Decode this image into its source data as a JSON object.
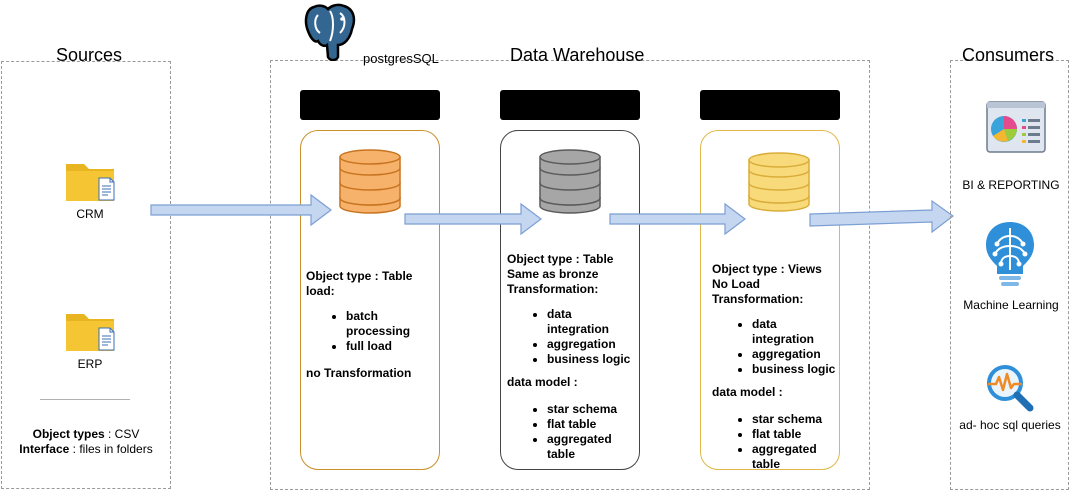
{
  "sources": {
    "title": "Sources",
    "crm_label": "CRM",
    "erp_label": "ERP",
    "object_types_label": "Object types",
    "object_types_value": " : CSV",
    "interface_label": "Interface",
    "interface_value": " : files in folders"
  },
  "warehouse": {
    "title": "Data Warehouse",
    "db_label": "postgresSQL",
    "layers": [
      {
        "color": "#f2a451",
        "border": "#c9902b",
        "object_type": "Object type : Table",
        "load": "load:",
        "load_items": [
          "batch processing",
          "full load"
        ],
        "transformation": "no Transformation"
      },
      {
        "color": "#a0a0a0",
        "border": "#444444",
        "object_type": "Object type : Table",
        "load": "Same as bronze",
        "transformation": "Transformation:",
        "transform_items": [
          "data integration",
          "aggregation",
          "business logic"
        ],
        "data_model": "data model :",
        "model_items": [
          "star schema",
          "flat table",
          "aggregated table"
        ]
      },
      {
        "color": "#f7d46a",
        "border": "#e0b84a",
        "object_type": "Object type : Views",
        "load": "No Load",
        "transformation": "Transformation:",
        "transform_items": [
          "data integration",
          "aggregation",
          "business logic"
        ],
        "data_model": "data model :",
        "model_items": [
          "star schema",
          "flat table",
          "aggregated table"
        ]
      }
    ]
  },
  "consumers": {
    "title": "Consumers",
    "items": [
      "BI & REPORTING",
      "Machine Learning",
      "ad- hoc sql queries"
    ]
  },
  "colors": {
    "arrow_fill": "#c5d7f0",
    "arrow_stroke": "#7c9fd4",
    "folder": "#f6c533",
    "dashed_border": "#9a9a9a"
  },
  "icons": {
    "source_icon": "folder-document-icon",
    "db_icon": "database-icon",
    "logo": "postgres-elephant-icon",
    "consumer_icons": [
      "dashboard-chart-icon",
      "brain-lightbulb-icon",
      "magnifier-pulse-icon"
    ]
  }
}
